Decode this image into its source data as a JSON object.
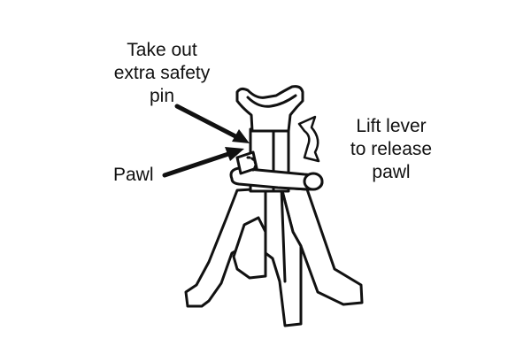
{
  "labels": {
    "pin": [
      "Take out",
      "extra safety",
      "pin"
    ],
    "pawl": "Pawl",
    "lever": [
      "Lift lever",
      "to release",
      "pawl"
    ]
  },
  "colors": {
    "ink": "#111111",
    "fill": "#ffffff"
  }
}
